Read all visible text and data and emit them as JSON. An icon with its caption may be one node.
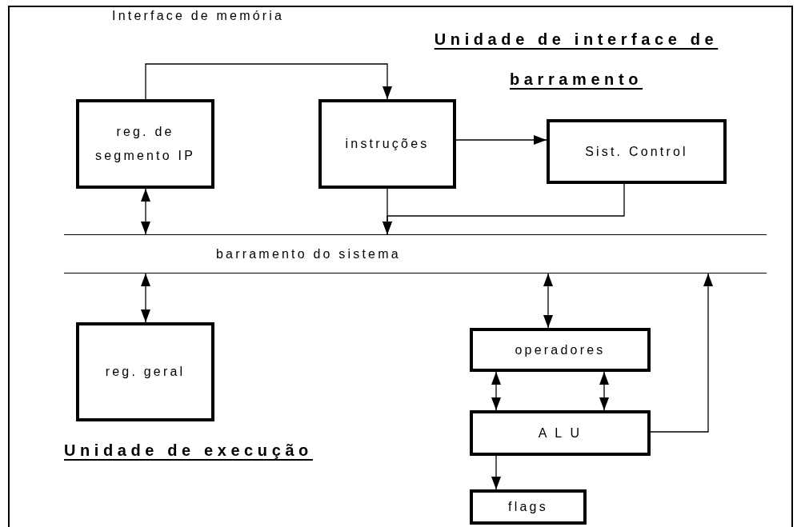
{
  "diagram": {
    "nodes": [
      {
        "text": [
          "reg. de segmento IP"
        ]
      },
      {
        "text": [
          "instruções"
        ]
      },
      {
        "text": [
          "Sist. Control"
        ]
      },
      {
        "text": [
          "barramento do sistema"
        ]
      },
      {
        "text": [
          "reg. geral"
        ]
      },
      {
        "text": [
          "operadores"
        ]
      },
      {
        "text": [
          "A L U"
        ]
      },
      {
        "text": [
          "flags"
        ]
      }
    ],
    "edges": [
      {
        "from": 0,
        "to": 1,
        "arrow": "to"
      },
      {
        "from": 1,
        "to": 2,
        "arrow": "to"
      },
      {
        "from": 2,
        "to": 3,
        "arrow": "to"
      },
      {
        "from": 1,
        "to": 3,
        "arrow": "to"
      },
      {
        "from": 0,
        "to": 3,
        "arrow": "both"
      },
      {
        "from": 3,
        "to": 4,
        "arrow": "both"
      },
      {
        "from": 3,
        "to": 5,
        "arrow": "both"
      },
      {
        "from": 5,
        "to": 6,
        "arrow": "both"
      },
      {
        "from": 5,
        "to": 6,
        "arrow": "both"
      },
      {
        "from": 6,
        "to": 7,
        "arrow": "to"
      },
      {
        "from": 6,
        "to": 3,
        "arrow": "to"
      }
    ],
    "labels": [
      "Interface de memória",
      "Unidade de interface de barramento",
      "Unidade de execução"
    ]
  }
}
